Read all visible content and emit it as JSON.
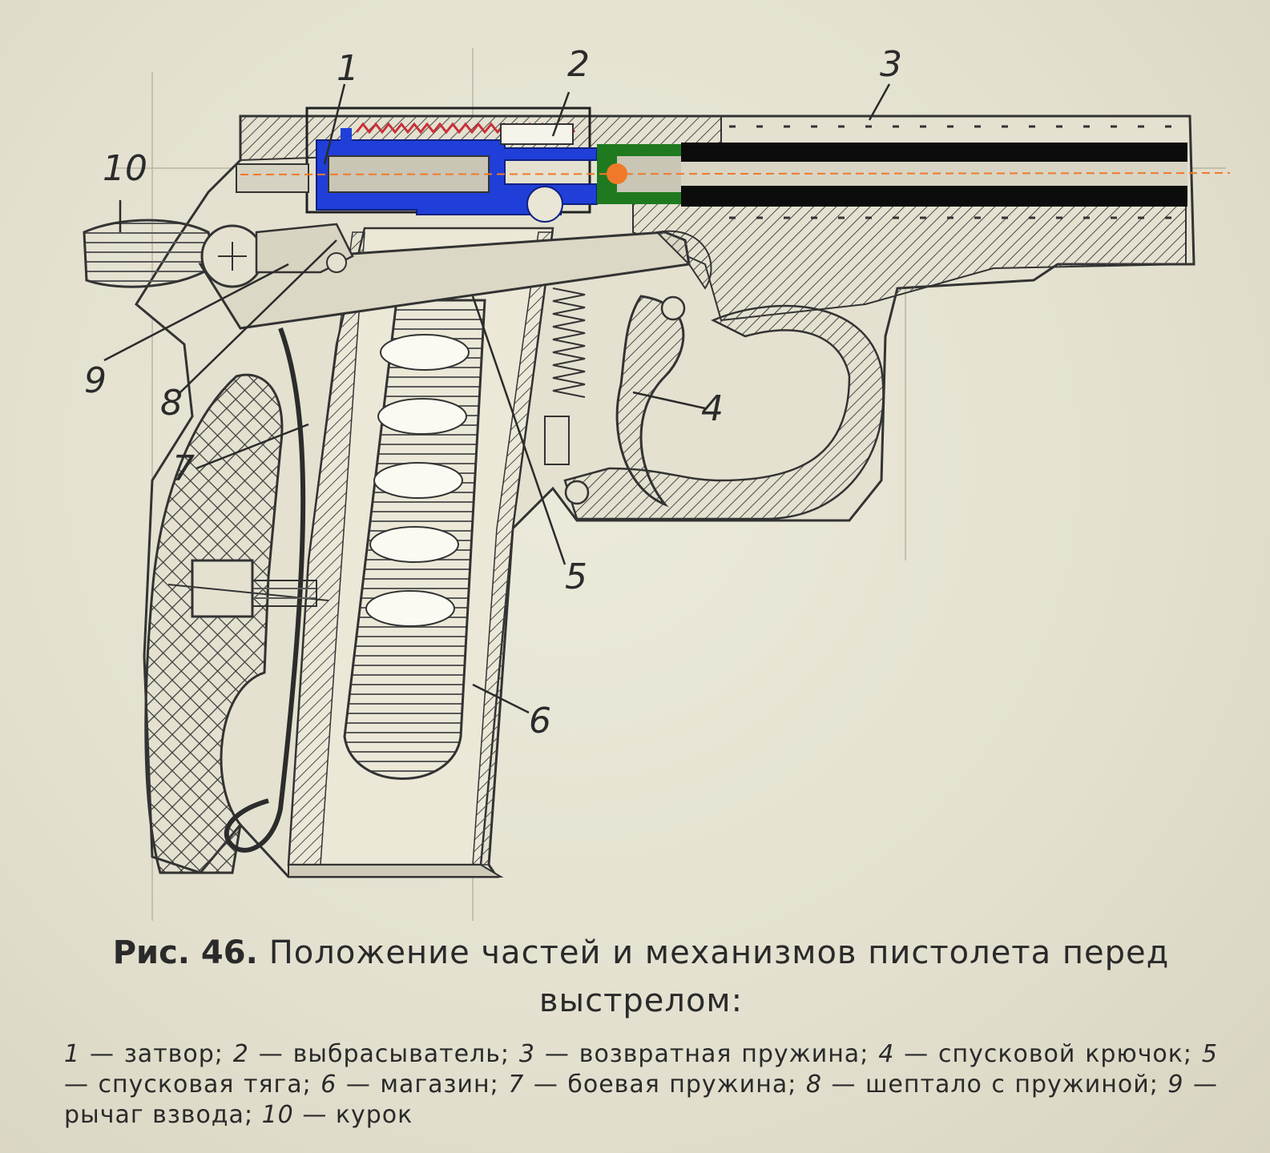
{
  "figure": {
    "label": "Рис. 46.",
    "title": "Положение частей и механизмов пистолета перед выстрелом:"
  },
  "callouts": [
    "1",
    "2",
    "3",
    "4",
    "5",
    "6",
    "7",
    "8",
    "9",
    "10"
  ],
  "legend": [
    {
      "num": "1",
      "text": "затвор"
    },
    {
      "num": "2",
      "text": "выбрасыватель"
    },
    {
      "num": "3",
      "text": "возвратная пружина"
    },
    {
      "num": "4",
      "text": "спусковой крючок"
    },
    {
      "num": "5",
      "text": "спусковая тяга"
    },
    {
      "num": "6",
      "text": "магазин"
    },
    {
      "num": "7",
      "text": "боевая пружина"
    },
    {
      "num": "8",
      "text": "шептало с пружиной"
    },
    {
      "num": "9",
      "text": "рычаг взвода"
    },
    {
      "num": "10",
      "text": "курок"
    }
  ],
  "colors": {
    "ink": "#3a3a3a",
    "slide_blue": "#1f3fd8",
    "chamber_green": "#1f7a1f",
    "barrel_black": "#0c0c0c",
    "bullet_orange": "#f07a2a",
    "spring_red": "#c8303a"
  }
}
